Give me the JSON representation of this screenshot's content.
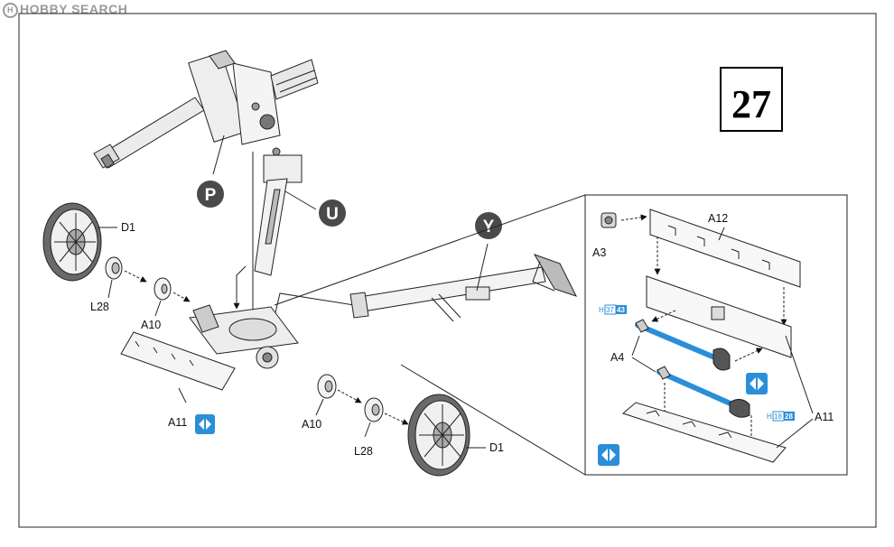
{
  "watermark": "HOBBY SEARCH",
  "watermark_mark": "H",
  "step_number": "27",
  "callouts": {
    "p": "P",
    "u": "U",
    "y": "Y"
  },
  "labels": {
    "d1_top": "D1",
    "l28_left": "L28",
    "a10_left": "A10",
    "a11_left": "A11",
    "a10_bottom": "A10",
    "l28_bottom": "L28",
    "d1_bottom": "D1",
    "a12": "A12",
    "a3": "A3",
    "a4": "A4",
    "a11_right": "A11"
  },
  "part_refs": {
    "top": {
      "prefix": "H",
      "a": "37",
      "b": "43"
    },
    "bottom": {
      "prefix": "H",
      "a": "18",
      "b": "28"
    }
  },
  "colors": {
    "accent": "#2a8ed8",
    "rod": "#6cb4e6",
    "line": "#222222",
    "callout": "#4a4a4a"
  }
}
